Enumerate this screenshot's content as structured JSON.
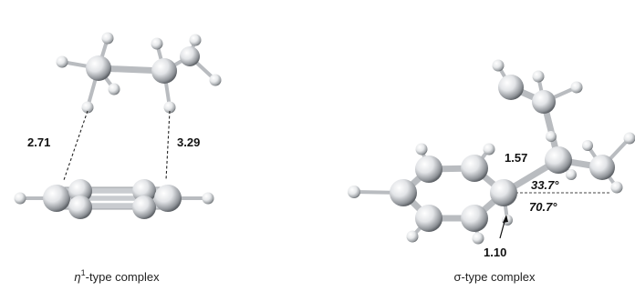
{
  "left_complex": {
    "caption_prefix": "η",
    "caption_superscript": "1",
    "caption_suffix": "-type complex",
    "distance_left": "2.71",
    "distance_right": "3.29"
  },
  "right_complex": {
    "caption": "σ-type complex",
    "bond_length_cc": "1.57",
    "bond_length_ch": "1.10",
    "angle_upper": "33.7°",
    "angle_lower": "70.7°"
  },
  "colors": {
    "carbon": "#dcdee2",
    "hydrogen": "#e8eaec",
    "bond": "#b9bcc0",
    "text": "#111111"
  }
}
